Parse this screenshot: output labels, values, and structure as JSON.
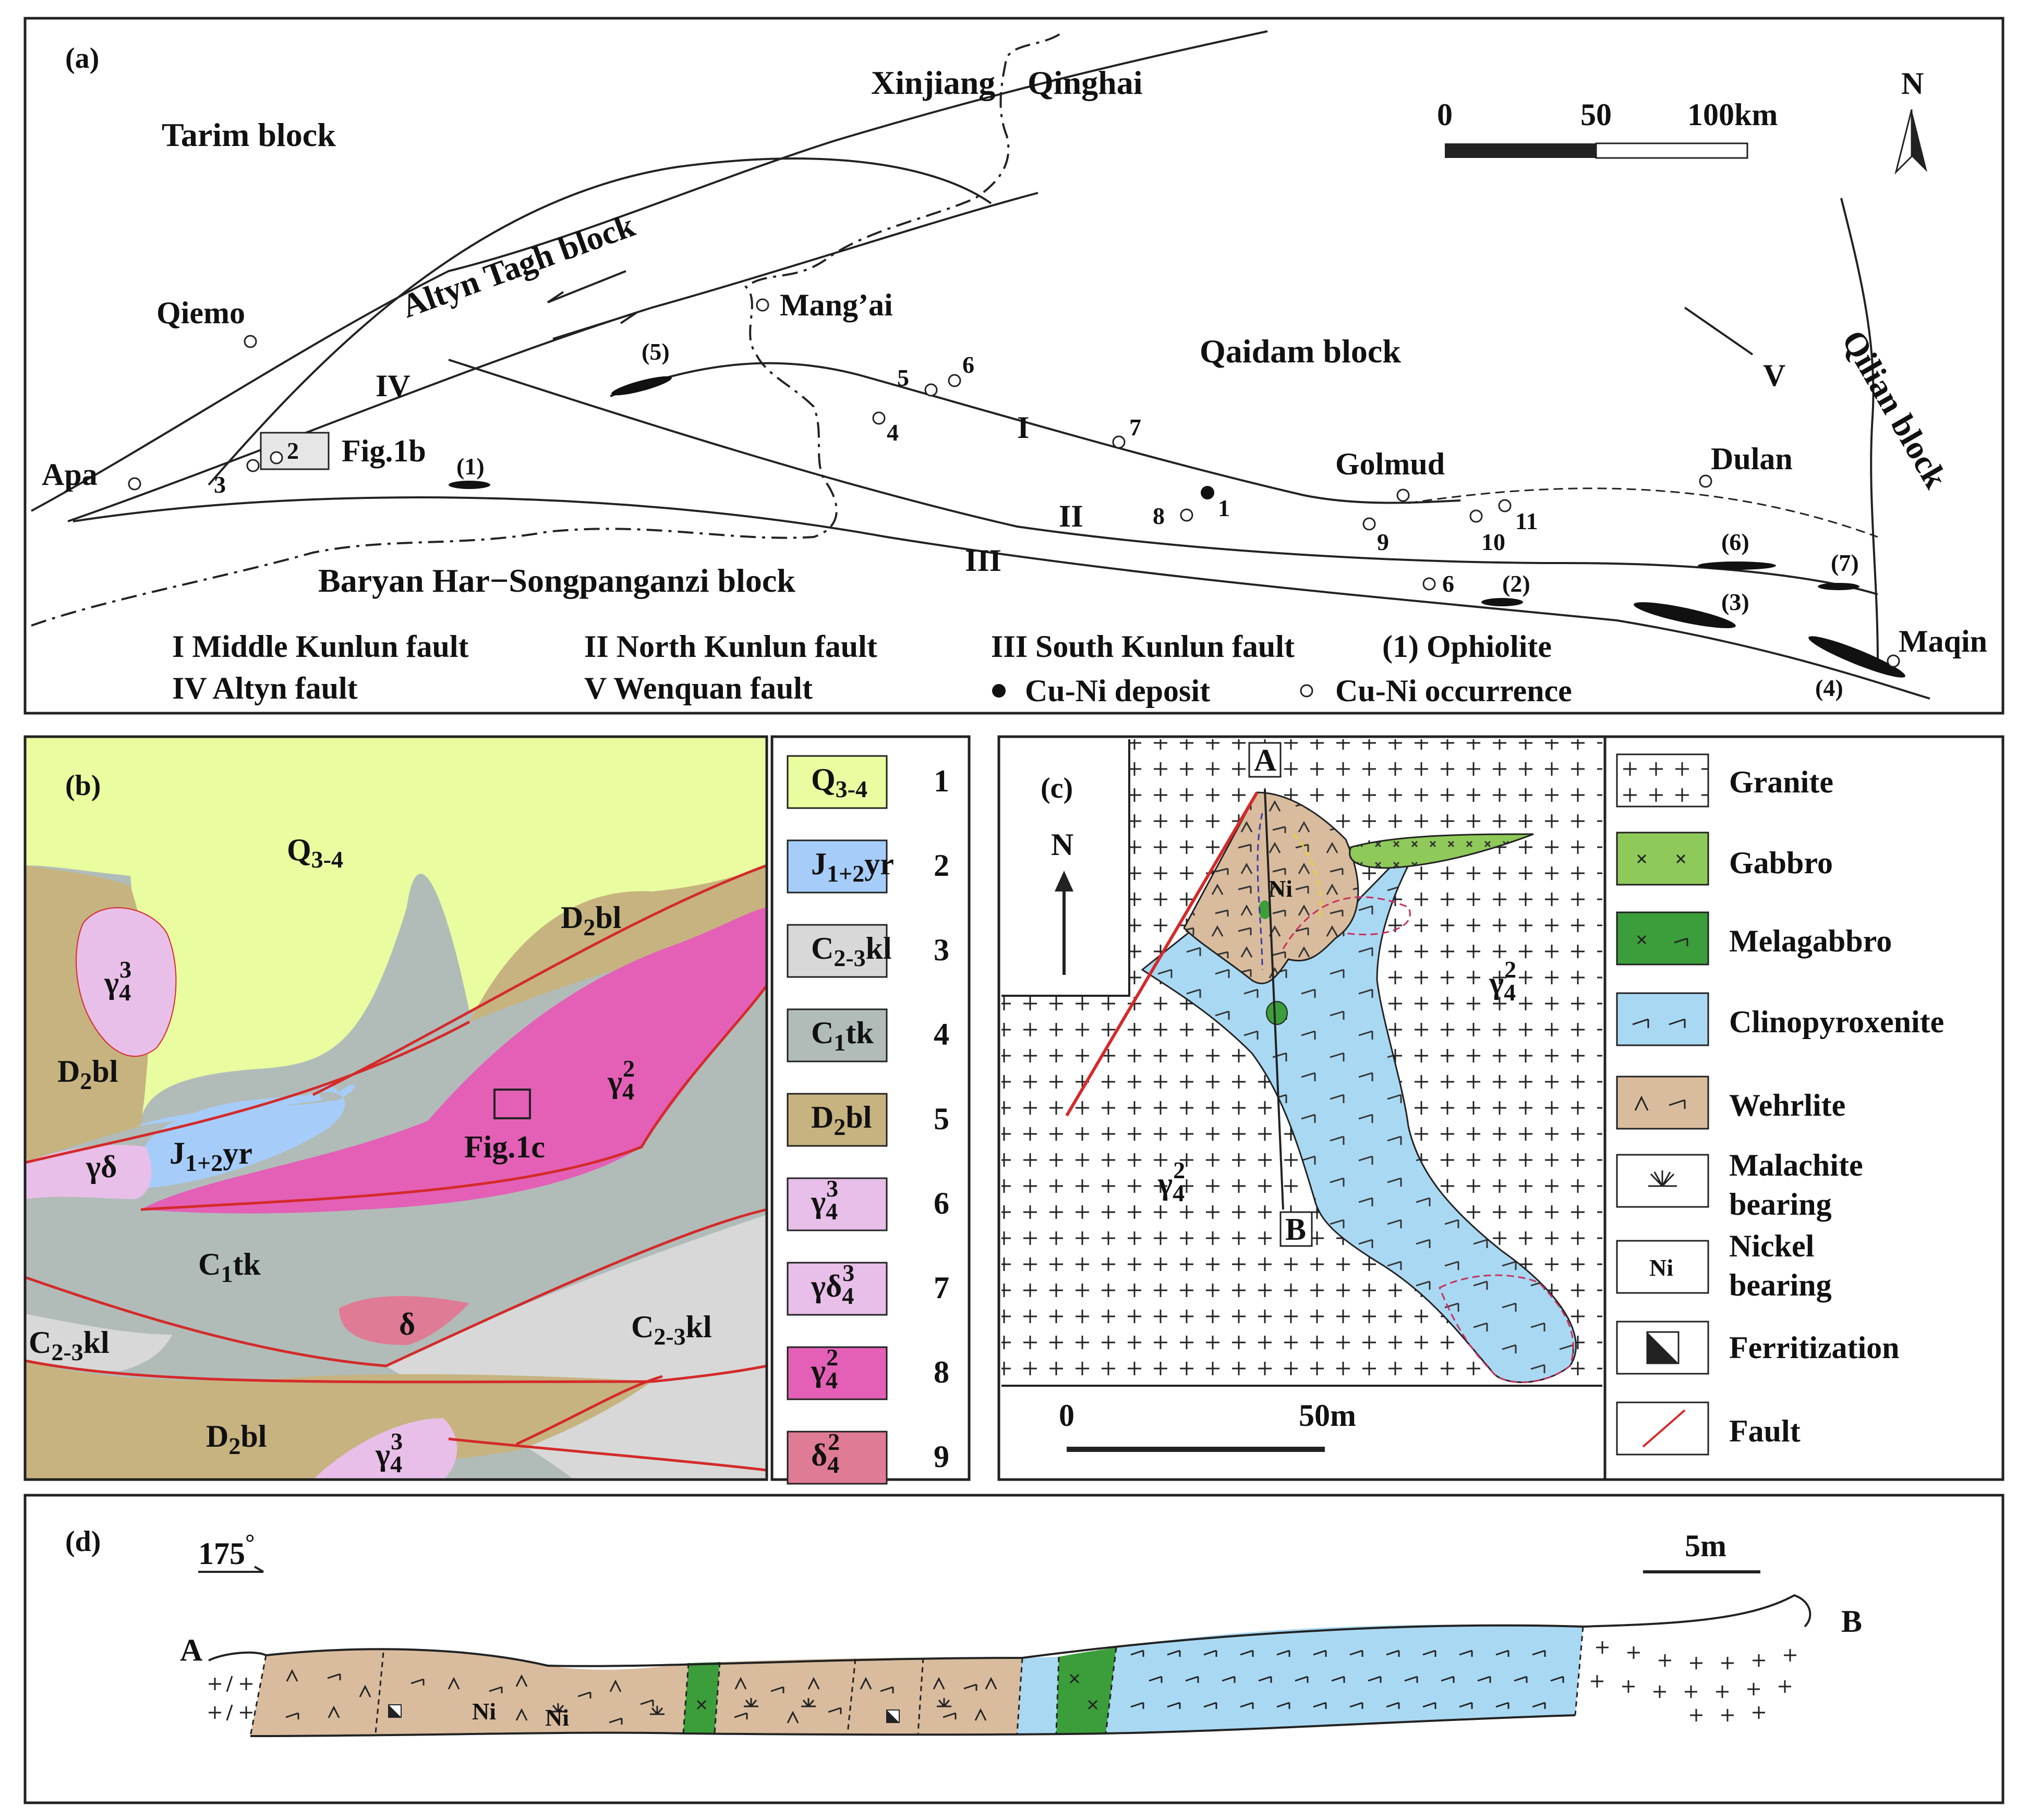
{
  "colors": {
    "quaternary": "#e9fca0",
    "jurassic": "#a6cdfa",
    "c23kl": "#d8d8d8",
    "c1tk": "#b1bcb9",
    "d2bl": "#c7b37f",
    "gamma43": "#e8bfe8",
    "gamma42": "#e360b6",
    "delta42": "#e07b95",
    "gabbro": "#8ec95a",
    "melagabbro": "#3c9e3a",
    "clinopyroxenite": "#a9d8f2",
    "wehrlite": "#d9bc9e",
    "fault": "#d42a2a"
  },
  "panel_a": {
    "tag": "(a)",
    "blocks": {
      "tarim": "Tarim  block",
      "altyn": "Altyn  Tagh  block",
      "qaidam": "Qaidam  block",
      "qilian": "Qilian block",
      "baryan": "Baryan  Har−Songpanganzi  block"
    },
    "provinces": {
      "xinjiang": "Xinjiang",
      "qinghai": "Qinghai"
    },
    "places": {
      "qiemo": "Qiemo",
      "apa": "Apa",
      "mangai": "Mang’ai",
      "golmud": "Golmud",
      "dulan": "Dulan",
      "maqin": "Maqin"
    },
    "fault_labels": {
      "f1": "I",
      "f2": "II",
      "f3": "III",
      "f4": "IV",
      "f5": "V"
    },
    "ophiolites": [
      "(1)",
      "(2)",
      "(3)",
      "(4)",
      "(5)",
      "(6)",
      "(7)"
    ],
    "occurrences": [
      "2",
      "3",
      "4",
      "5",
      "6",
      "7",
      "8",
      "9",
      "10",
      "11",
      "6"
    ],
    "deposit": "1",
    "fig1b": "Fig.1b",
    "scale": {
      "t0": "0",
      "t1": "50",
      "t2": "100km"
    },
    "north": "N",
    "legend": {
      "f1": "I Middle Kunlun fault",
      "f2": "II North Kunlun fault",
      "f3": "III South Kunlun fault",
      "ophiolite": "(1) Ophiolite",
      "f4": "IV Altyn fault",
      "f5": "V Wenquan  fault",
      "deposit": "Cu-Ni deposit",
      "occurrence": "Cu-Ni occurrence"
    }
  },
  "panel_b": {
    "tag": "(b)",
    "labels": {
      "q": "Q",
      "q_sub": "3-4",
      "d2bl": "D",
      "d2bl_sub": "2",
      "d2bl_tail": "bl",
      "g43": "γ",
      "g43_sub": "4",
      "g43_sup": "3",
      "g42": "γ",
      "g42_sub": "4",
      "g42_sup": "2",
      "gd": "γδ",
      "j": "J",
      "j_sub": "1+2",
      "j_tail": "yr",
      "c1tk": "C",
      "c1tk_sub": "1",
      "c1tk_tail": "tk",
      "c23kl": "C",
      "c23kl_sub": "2-3",
      "c23kl_tail": "kl",
      "delta": "δ",
      "fig1c": "Fig.1c"
    },
    "legend": [
      {
        "main": "Q",
        "sub": "3-4",
        "tail": "",
        "sup": "",
        "num": "1"
      },
      {
        "main": "J",
        "sub": "1+2",
        "tail": "yr",
        "sup": "",
        "num": "2"
      },
      {
        "main": "C",
        "sub": "2-3",
        "tail": "kl",
        "sup": "",
        "num": "3"
      },
      {
        "main": "C",
        "sub": "1",
        "tail": "tk",
        "sup": "",
        "num": "4"
      },
      {
        "main": "D",
        "sub": "2",
        "tail": "bl",
        "sup": "",
        "num": "5"
      },
      {
        "main": "γ",
        "sub": "4",
        "tail": "",
        "sup": "3",
        "num": "6"
      },
      {
        "main": "γδ",
        "sub": "4",
        "tail": "",
        "sup": "3",
        "num": "7"
      },
      {
        "main": "γ",
        "sub": "4",
        "tail": "",
        "sup": "2",
        "num": "8"
      },
      {
        "main": "δ",
        "sub": "4",
        "tail": "",
        "sup": "2",
        "num": "9"
      }
    ]
  },
  "panel_c": {
    "tag": "(c)",
    "north": "N",
    "point_a": "A",
    "point_b": "B",
    "ni": "Ni",
    "granite_label": "γ",
    "granite_sub": "4",
    "granite_sup": "2",
    "scale": {
      "t0": "0",
      "t1": "50m"
    },
    "legend": {
      "granite": "Granite",
      "gabbro": "Gabbro",
      "melagabbro": "Melagabbro",
      "clinopyroxenite": "Clinopyroxenite",
      "wehrlite": "Wehrlite",
      "malachite_1": "Malachite",
      "malachite_2": "bearing",
      "nickel_1": "Nickel",
      "nickel_2": "bearing",
      "ni_symbol": "Ni",
      "ferritization": "Ferritization",
      "fault": "Fault"
    }
  },
  "panel_d": {
    "tag": "(d)",
    "azimuth": "175",
    "azimuth_deg": "°",
    "scale": "5m",
    "point_a": "A",
    "point_b": "B",
    "ni": "Ni"
  }
}
